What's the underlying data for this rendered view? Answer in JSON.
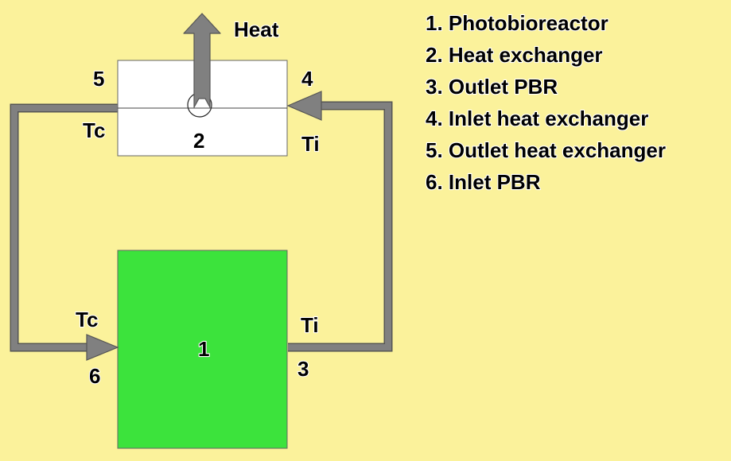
{
  "colors": {
    "background": "#fbf29b",
    "photobioreactor_fill": "#3ce33c",
    "heat_exchanger_fill": "#ffffff",
    "pipe": "#808080",
    "outline": "#555555"
  },
  "heat_label": "Heat",
  "nodes": {
    "photobioreactor": "1",
    "heat_exchanger": "2",
    "outlet_pbr": "3",
    "inlet_heat_exchanger": "4",
    "outlet_heat_exchanger": "5",
    "inlet_pbr": "6"
  },
  "temperatures": {
    "cold_top": "Tc",
    "inlet_top": "Ti",
    "cold_bottom": "Tc",
    "inlet_bottom": "Ti"
  },
  "legend": [
    "1. Photobioreactor",
    "2. Heat exchanger",
    "3. Outlet PBR",
    "4. Inlet heat exchanger",
    "5. Outlet heat exchanger",
    "6. Inlet PBR"
  ]
}
